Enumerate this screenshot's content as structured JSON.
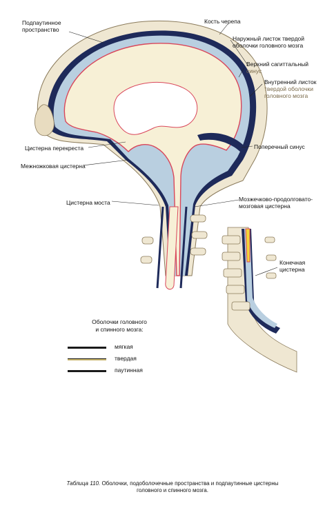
{
  "labels": {
    "subarachnoid_space": "Подпаутинное\nпространство",
    "skull_bone": "Кость черепа",
    "outer_dura": "Наружный листок твердой\nоболочки головного мозга",
    "sagittal_sinus_1": "Верхний сагиттальный",
    "sagittal_sinus_2": "синус",
    "inner_dura_1": "Внутренний листок",
    "inner_dura_2": "твердой оболочки\nголовного мозга",
    "chiasm_cistern": "Цистерна перекреста",
    "transverse_sinus": "Поперечный синус",
    "interpeduncular_cistern": "Межножковая цистерна",
    "pontine_cistern": "Цистерна моста",
    "cerebellomedullary_cistern": "Мозжечково-продолговато-\nмозговая цистерна",
    "terminal_cistern": "Конечная\nцистерна"
  },
  "legend": {
    "title": "Оболочки головного\nи спинного мозга:",
    "items": [
      {
        "label": "мягкая",
        "color": "#1a1a1a"
      },
      {
        "label": "твердая",
        "color": "#c7b36a"
      },
      {
        "label": "паутинная",
        "color": "#1a1a1a"
      }
    ]
  },
  "caption": {
    "number": "Таблица 110.",
    "text_line1": "Оболочки, подоболочечные пространства и подпаутинные цистерны",
    "text_line2": "головного и спинного мозга."
  },
  "colors": {
    "brain": "#f7f0d6",
    "csf": "#b9cfe0",
    "pia": "#d9465a",
    "dura": "#1e2a5a",
    "bone": "#efe7d2"
  }
}
